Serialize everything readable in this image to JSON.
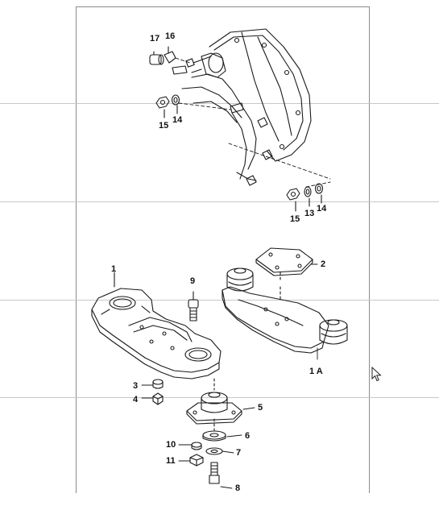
{
  "diagram": {
    "callouts": {
      "c1": "1",
      "c1a": "1 A",
      "c2": "2",
      "c3": "3",
      "c4": "4",
      "c5": "5",
      "c6": "6",
      "c7": "7",
      "c8": "8",
      "c9": "9",
      "c10": "10",
      "c11": "11",
      "c13": "13",
      "c14a": "14",
      "c14b": "14",
      "c15a": "15",
      "c15b": "15",
      "c16": "16",
      "c17": "17"
    }
  },
  "colors": {
    "ink": "#1a1a1a",
    "frame": "#8a8a8a",
    "divider": "#c8c8c8"
  }
}
